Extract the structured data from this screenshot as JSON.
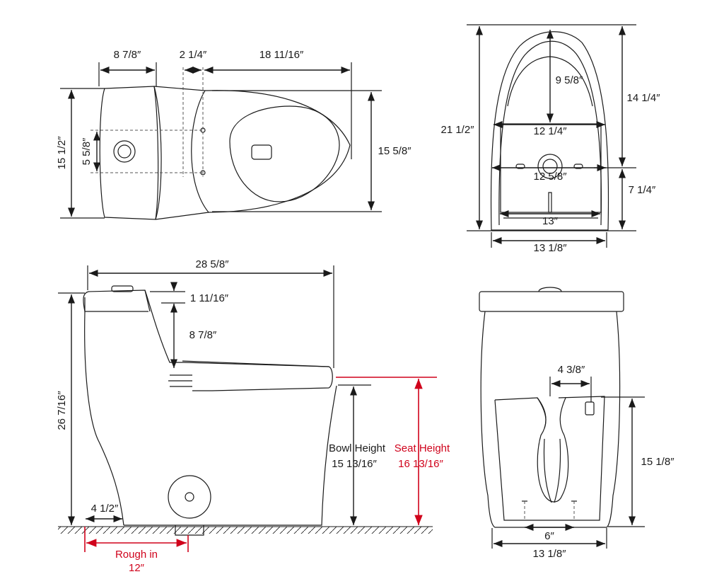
{
  "colors": {
    "line": "#1a1a1a",
    "accent": "#d0021b",
    "background": "#ffffff"
  },
  "top_view": {
    "tank_depth": "8 7/8″",
    "gap": "2 1/4″",
    "bowl_length": "18 11/16″",
    "overall_width": "15 1/2″",
    "button_spacing": "5 5/8″",
    "bowl_width": "15 5/8″"
  },
  "bottom_view": {
    "overall_length": "21 1/2″",
    "upper_depth": "9 5/8″",
    "rear_height": "14 1/4″",
    "inner_width_upper": "12 1/4″",
    "inner_width_mid": "12 5/8″",
    "front_height": "7 1/4″",
    "base_width_inner": "13″",
    "base_width_outer": "13 1/8″"
  },
  "side_view": {
    "overall_depth": "28 5/8″",
    "lid_thickness": "1 11/16″",
    "tank_rise": "8 7/8″",
    "overall_height": "26 7/16″",
    "bowl_height_label": "Bowl Height",
    "bowl_height_value": "15 13/16″",
    "seat_height_label": "Seat Height",
    "seat_height_value": "16 13/16″",
    "wall_gap": "4 1/2″",
    "rough_in_label": "Rough in",
    "rough_in_value": "12″"
  },
  "front_view": {
    "trap_offset": "4 3/8″",
    "base_height": "15 1/8″",
    "bolt_spacing": "6″",
    "base_width": "13 1/8″"
  }
}
